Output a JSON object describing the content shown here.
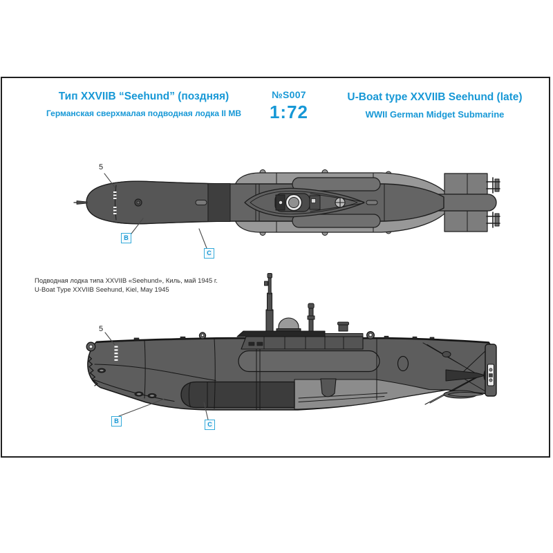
{
  "sheet": {
    "background": "#ffffff",
    "frame_color": "#202020"
  },
  "header": {
    "accent_color": "#1798d6",
    "left": {
      "title": "Тип XXVIIB “Seehund” (поздняя)",
      "subtitle": "Германская сверхмалая подводная лодка II МВ"
    },
    "center": {
      "product_number": "№S007",
      "scale": "1:72"
    },
    "right": {
      "title": "U-Boat type XXVIIB Seehund (late)",
      "subtitle": "WWII German Midget Submarine"
    }
  },
  "caption": {
    "line_ru": "Подводная лодка типа XXVIIB «Seehund», Киль, май 1945 г.",
    "line_en": "U-Boat Type XXVIIB Seehund, Kiel, May 1945"
  },
  "top_view": {
    "label": "top view drawing",
    "marker_5": "5",
    "marker_b": "B",
    "marker_c": "C"
  },
  "side_view": {
    "label": "side view drawing",
    "marker_5": "5",
    "marker_b": "B",
    "marker_c": "C"
  },
  "drawing_colors": {
    "hull": "#5d5d5d",
    "hull_dark": "#3c3c3c",
    "hull_light": "#8c8c8c",
    "outline": "#161616"
  }
}
